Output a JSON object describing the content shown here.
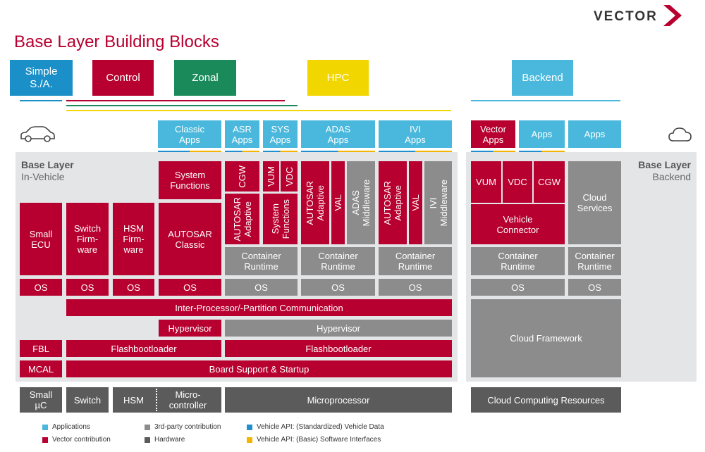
{
  "logo": {
    "text": "VECTOR"
  },
  "title": "Base Layer Building Blocks",
  "top_categories": [
    "Simple\nS./A.",
    "Control",
    "Zonal",
    "HPC",
    "Backend"
  ],
  "panel_labels": {
    "in_vehicle_title": "Base Layer",
    "in_vehicle_sub": "In-Vehicle",
    "backend_title": "Base Layer",
    "backend_sub": "Backend"
  },
  "apps": [
    "Classic\nApps",
    "ASR\nApps",
    "SYS\nApps",
    "ADAS\nApps",
    "IVI\nApps",
    "Vector\nApps",
    "Apps",
    "Apps"
  ],
  "blocks": {
    "small_ecu": "Small\nECU",
    "switch_firmware": "Switch\nFirm-\nware",
    "hsm_firmware": "HSM\nFirm-\nware",
    "system_functions_classic": "System\nFunctions",
    "autosar_classic": "AUTOSAR\nClassic",
    "cgw": "CGW",
    "autosar_adaptive": "AUTOSAR\nAdaptive",
    "vum": "VUM",
    "vdc": "VDC",
    "system_functions": "System\nFunctions",
    "val": "VAL",
    "adas_middleware": "ADAS\nMiddleware",
    "ivi_middleware": "IVI\nMiddleware",
    "container_runtime": "Container\nRuntime",
    "os": "OS",
    "ipc": "Inter-Processor/-Partition Communication",
    "hypervisor": "Hypervisor",
    "fbl": "FBL",
    "flashbootloader": "Flashbootloader",
    "mcal": "MCAL",
    "bsp": "Board Support & Startup",
    "vehicle_connector": "Vehicle\nConnector",
    "cloud_services": "Cloud\nServices",
    "cloud_framework": "Cloud Framework"
  },
  "hardware": {
    "small_uc": "Small\nµC",
    "switch": "Switch",
    "hsm": "HSM",
    "microcontroller": "Micro-\ncontroller",
    "microprocessor": "Microprocessor",
    "cloud_resources": "Cloud Computing Resources"
  },
  "legend": {
    "applications": "Applications",
    "vector_contribution": "Vector contribution",
    "third_party": "3rd-party contribution",
    "hardware": "Hardware",
    "vehicle_api_data": "Vehicle API: (Standardized) Vehicle Data",
    "vehicle_api_sw": "Vehicle API: (Basic) Software Interfaces"
  },
  "colors": {
    "vector_red": "#b7002f",
    "third_party_gray": "#8c8c8c",
    "hardware_gray": "#5b5b5b",
    "app_cyan": "#4ab8dc",
    "simple_blue": "#1a8fc8",
    "zonal_green": "#1b8a5a",
    "hpc_yellow": "#f2d600",
    "api_data_blue": "#1f8fd0",
    "api_sw_yellow": "#f4b400"
  },
  "icons": [
    "car-icon",
    "cloud-icon",
    "vector-chevron-icon"
  ]
}
